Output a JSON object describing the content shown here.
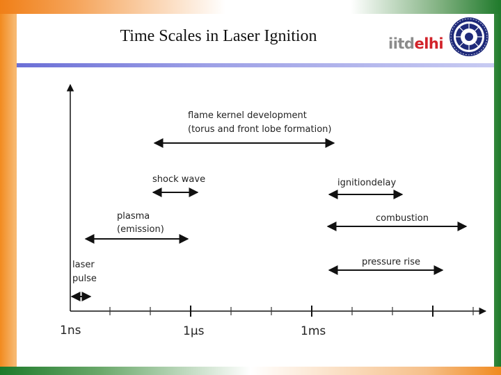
{
  "title": "Time Scales in Laser Ignition",
  "logo": {
    "part1": "iitd",
    "part2": "elhi"
  },
  "axis": {
    "ticks": [
      {
        "label": "1ns"
      },
      {
        "label": "1μs"
      },
      {
        "label": "1ms"
      }
    ]
  },
  "events": [
    {
      "lines": [
        "flame kernel development",
        "(torus and front lobe formation)"
      ]
    },
    {
      "lines": [
        "shock wave"
      ]
    },
    {
      "lines": [
        "ignitiondelay"
      ]
    },
    {
      "lines": [
        "plasma",
        "(emission)"
      ]
    },
    {
      "lines": [
        "combustion"
      ]
    },
    {
      "lines": [
        "laser",
        "pulse"
      ]
    },
    {
      "lines": [
        "pressure rise"
      ]
    }
  ]
}
